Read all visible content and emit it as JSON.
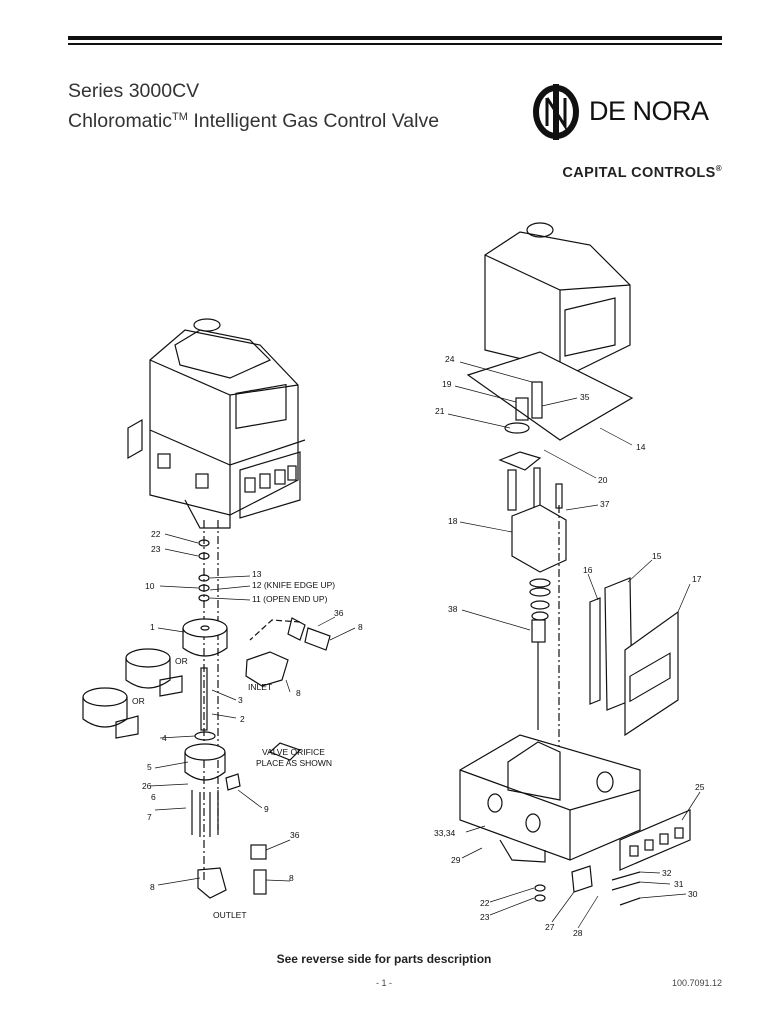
{
  "header": {
    "series": "Series 3000CV",
    "product_name": "Chloromatic",
    "trademark": "TM",
    "product_rest": " Intelligent Gas Control Valve",
    "brand": "DE NORA",
    "sub_brand": "CAPITAL CONTROLS",
    "registered": "®"
  },
  "left_assembly": {
    "callouts": [
      "22",
      "23",
      "13",
      "10",
      "12 (KNIFE EDGE UP)",
      "11 (OPEN END UP)",
      "36",
      "8",
      "1",
      "OR",
      "OR",
      "INLET",
      "8",
      "3",
      "2",
      "4",
      "VALVE ORIFICE",
      "PLACE AS SHOWN",
      "5",
      "26",
      "6",
      "7",
      "9",
      "36",
      "8",
      "8",
      "OUTLET"
    ]
  },
  "right_assembly": {
    "callouts": [
      "24",
      "19",
      "35",
      "21",
      "14",
      "20",
      "37",
      "18",
      "16",
      "15",
      "17",
      "38",
      "25",
      "33,34",
      "29",
      "32",
      "31",
      "30",
      "22",
      "23",
      "27",
      "28"
    ]
  },
  "footer": {
    "note": "See reverse side for parts description",
    "page": "- 1 -",
    "doc_number": "100.7091.12"
  }
}
